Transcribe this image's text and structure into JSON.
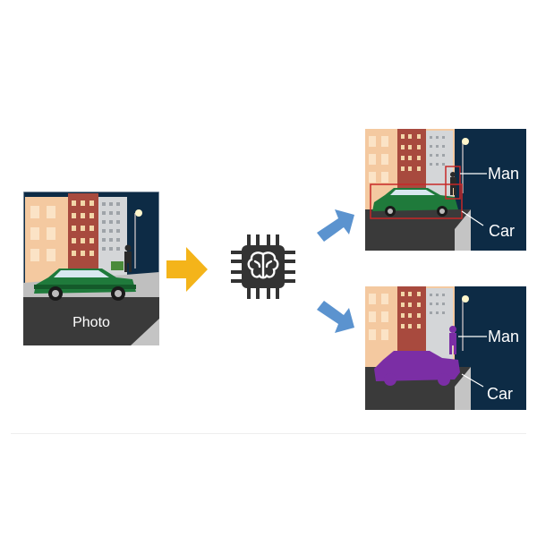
{
  "input_photo": {
    "caption": "Photo"
  },
  "detection_panel": {
    "labels": [
      "Man",
      "Car"
    ]
  },
  "segmentation_panel": {
    "labels": [
      "Man",
      "Car"
    ]
  },
  "colors": {
    "arrow_input": "#f4b41a",
    "arrow_output": "#5b93cf",
    "detection_box": "#c62828",
    "segmentation_mask": "#7b2ea5",
    "car_green": "#1f7a3b",
    "night_sky": "#0d2b45",
    "chip_dark": "#333333"
  },
  "icons": {
    "processor": "ai-brain-chip-icon"
  }
}
